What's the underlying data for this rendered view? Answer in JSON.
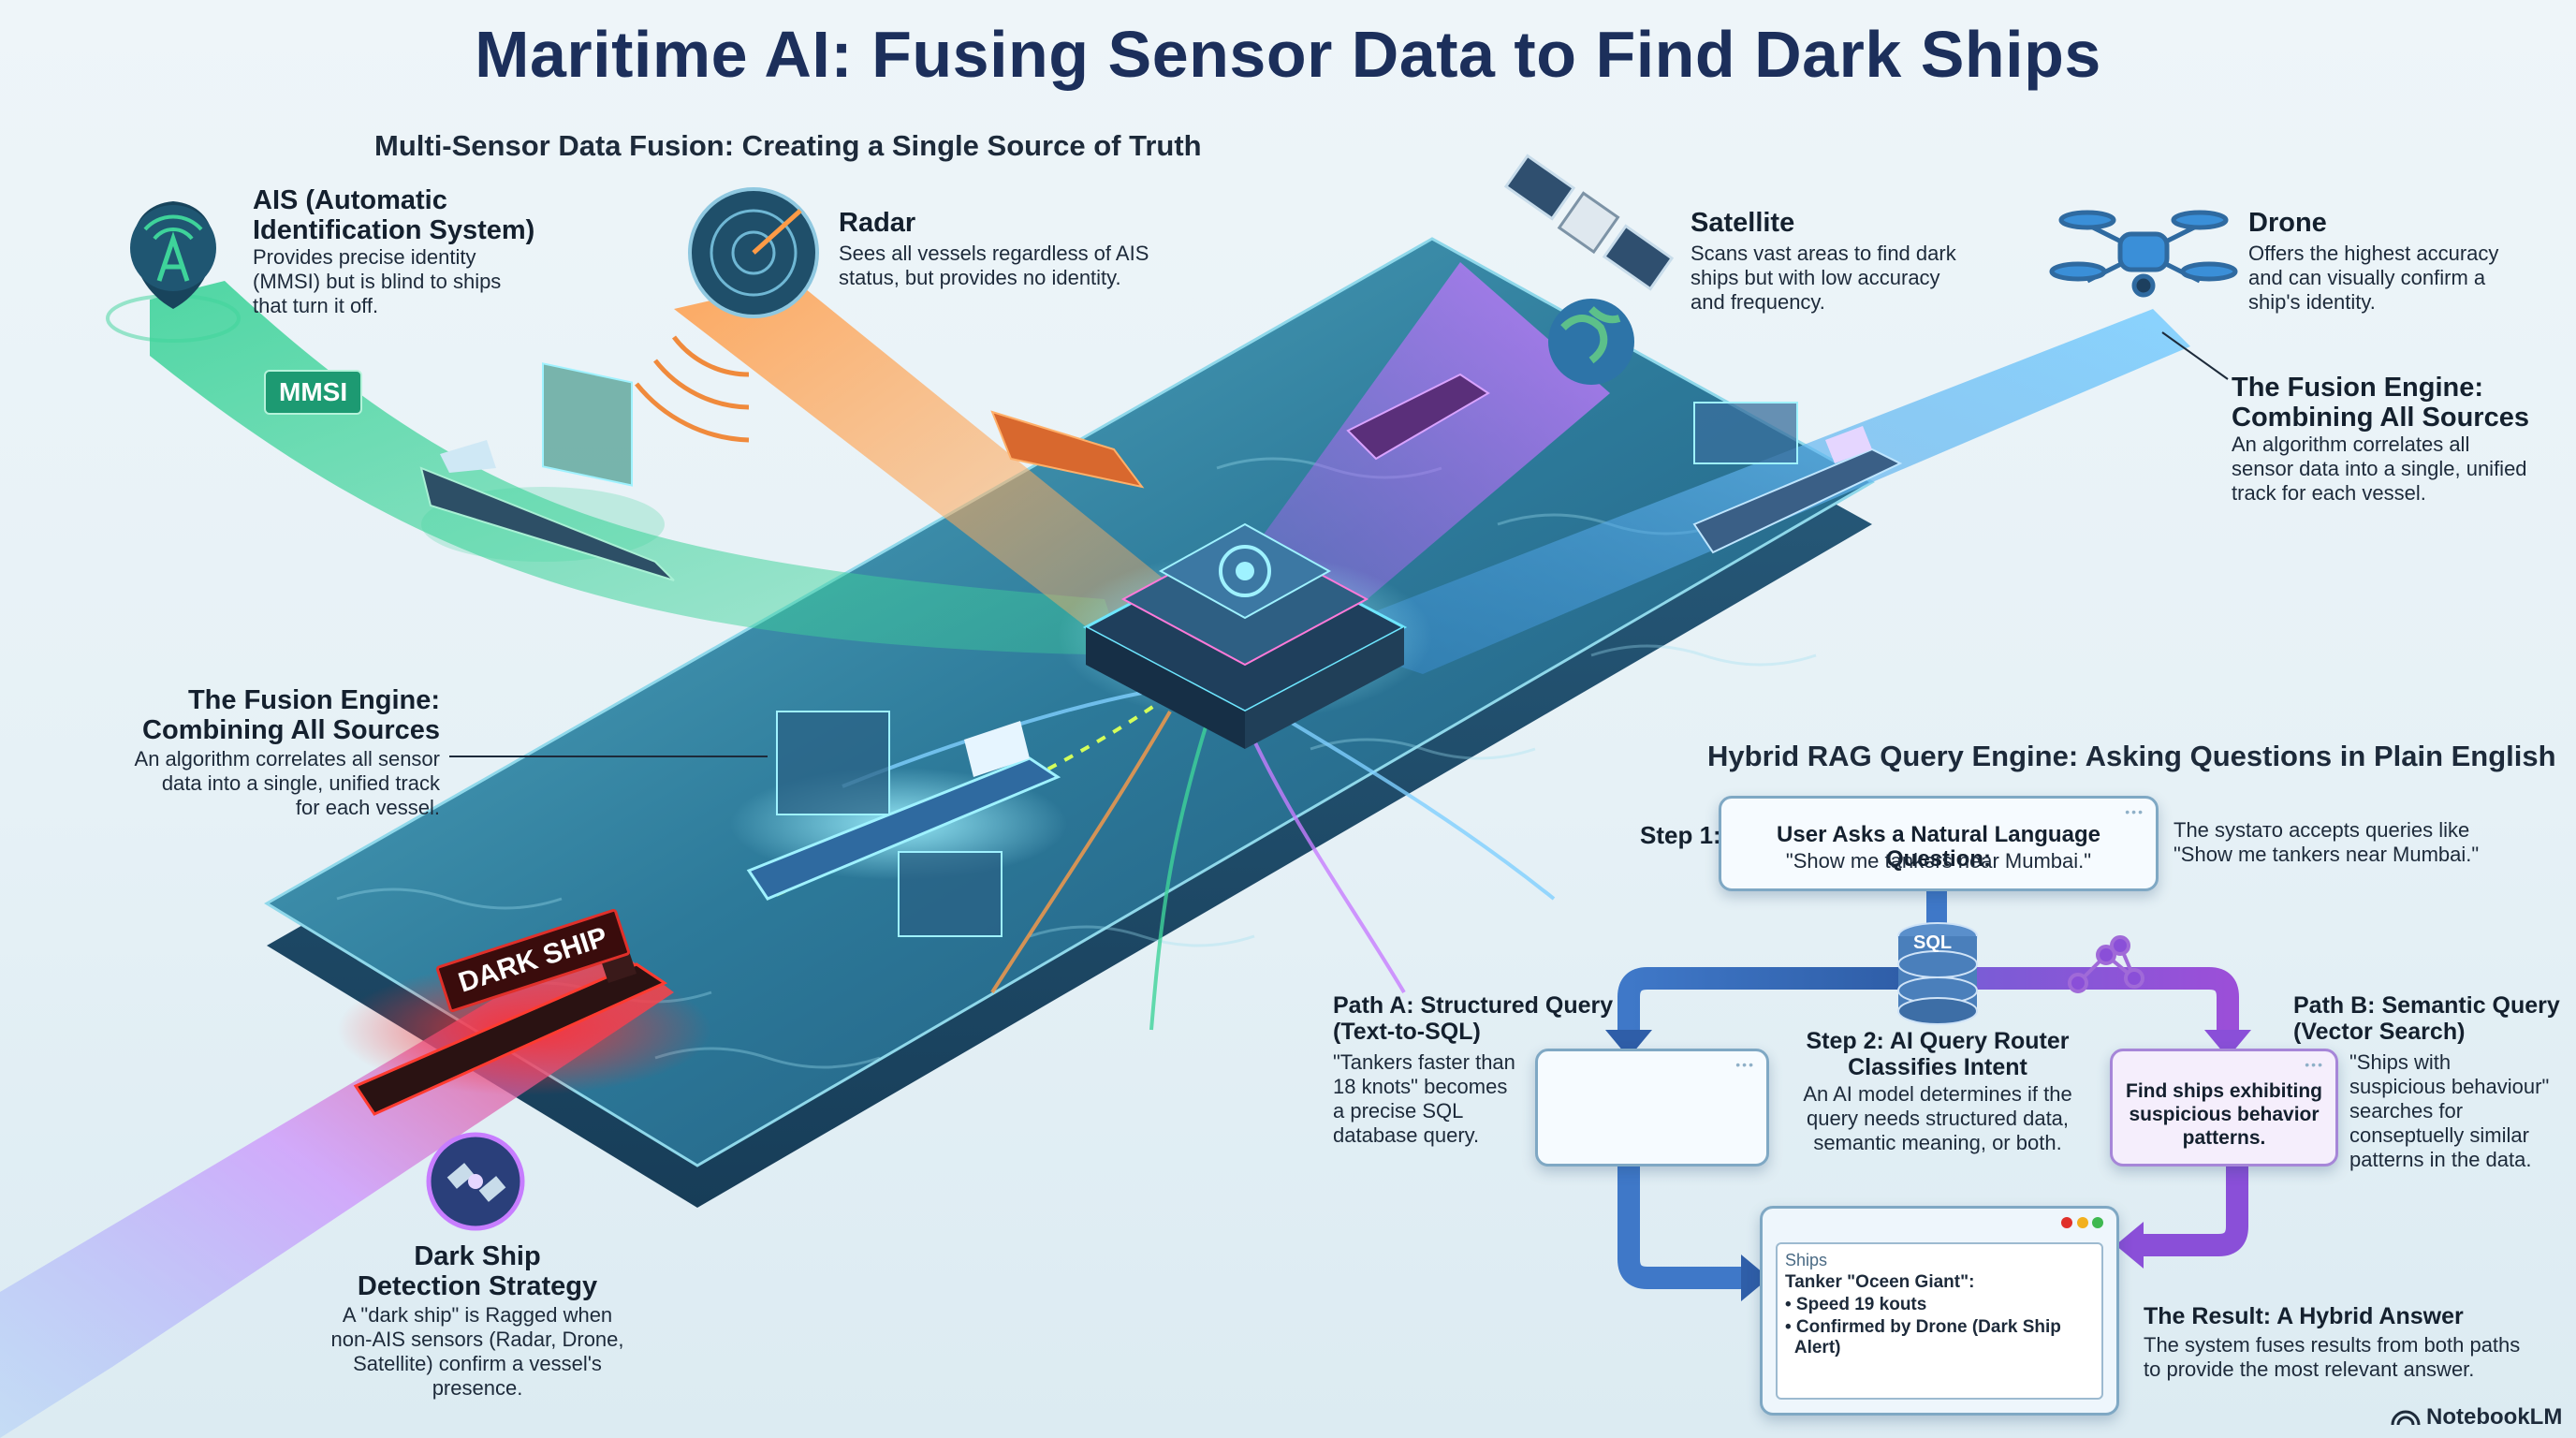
{
  "title": "Maritime AI: Fusing Sensor Data to Find Dark Ships",
  "fusion_section": {
    "heading": "Multi-Sensor Data Fusion: Creating a Single Source of Truth",
    "sensors": {
      "ais": {
        "title": "AIS (Automatic\nIdentification System)",
        "desc": "Provides precise identity\n(MMSI) but is blind to ships\nthat turn it off.",
        "chip": "MMSI",
        "color": "#1d9a72"
      },
      "radar": {
        "title": "Radar",
        "desc": "Sees all vessels regardless of AIS\nstatus, but provides no identity.",
        "color": "#f08a3c"
      },
      "satellite": {
        "title": "Satellite",
        "desc": "Scans vast areas to find dark\nships but with low accuracy\nand frequency.",
        "color": "#9b5de5"
      },
      "drone": {
        "title": "Drone",
        "desc": "Offers the highest accuracy\nand can visually confirm a\nship's identity.",
        "color": "#3a8fd8"
      }
    },
    "fusion_engine_left": {
      "title": "The Fusion Engine:\nCombining All Sources",
      "desc": "An algorithm correlates all sensor\ndata into a single, unified track\nfor each vessel."
    },
    "fusion_engine_right": {
      "title": "The Fusion Engine:\nCombining All Sources",
      "desc": "An algorithm correlates all\nsensor data into a single, unified\ntrack for each vessel."
    },
    "dark_ship_tag": "DARK SHIP",
    "dark_ship_strategy": {
      "title": "Dark Ship\nDetection Strategy",
      "desc": "A \"dark ship\" is Ragged when\nnon-AIS sensors (Radar, Drone,\nSatellite) confirm a vessel's\npresence."
    }
  },
  "rag_section": {
    "heading": "Hybrid RAG Query Engine: Asking Questions in Plain English",
    "step1": {
      "label": "Step 1:",
      "box_title": "User Asks a Natural Language Question:",
      "box_query": "\"Show me tankers near Mumbai.\"",
      "note": "The systато accepts queries like\n\"Show me tankers near Mumbai.\""
    },
    "sql_label": "SQL",
    "step2": {
      "title": "Step 2: AI Query Router\nClassifies Intent",
      "desc": "An AI model determines if the\nquery needs structured data,\nsemantic meaning, or both."
    },
    "path_a": {
      "title": "Path A: Structured Query\n(Text-to-SQL)",
      "desc": "\"Tankers faster than\n18 knots\" becomes\na precise SQL\ndatabase query."
    },
    "path_b": {
      "title": "Path B: Semantic Query\n(Vector Search)",
      "desc": "\"Ships with\nsuspicious behaviour\"\nsearches for\nconseptuelly similar\npatterns in the data.",
      "box_text": "Find ships exhibiting\nsuspicious behavior\npatterns."
    },
    "result_window": {
      "tab": "Ships",
      "line1": "Tanker \"Oceen Giant\":",
      "line2": "• Speed 19 kouts",
      "line3": "• Confirmed by Drone (Dark Ship\n  Alert)"
    },
    "result": {
      "title": "The Result: A Hybrid Answer",
      "desc": "The system fuses results from both paths\nto provide the most relevant answer."
    }
  },
  "branding": "NotebookLM"
}
